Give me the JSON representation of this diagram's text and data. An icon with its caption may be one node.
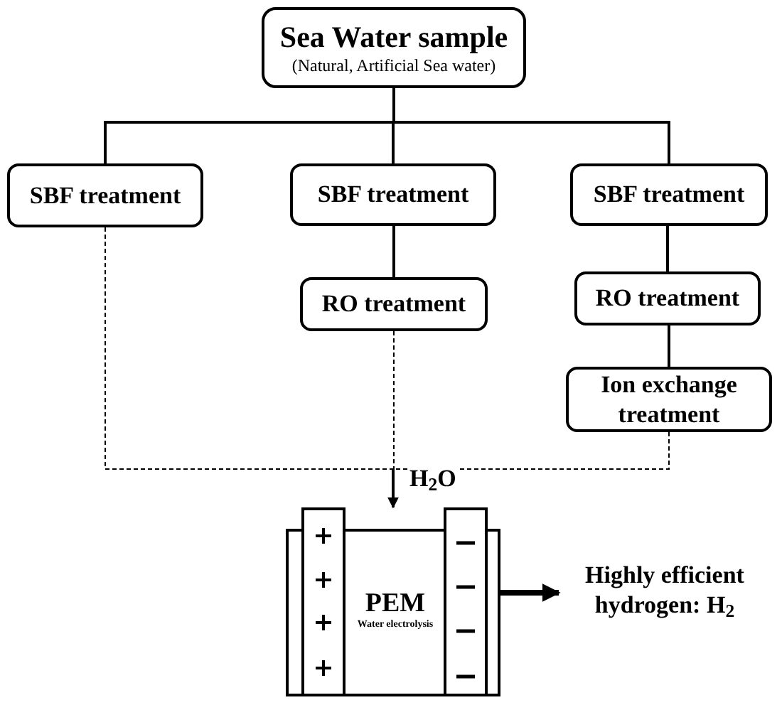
{
  "diagram": {
    "nodes": [
      {
        "text": [
          "Sea Water sample",
          "(Natural, Artificial Sea water)"
        ]
      },
      {
        "text": [
          "SBF treatment"
        ]
      },
      {
        "text": [
          "SBF treatment"
        ]
      },
      {
        "text": [
          "SBF treatment"
        ]
      },
      {
        "text": [
          "RO treatment"
        ]
      },
      {
        "text": [
          "RO treatment"
        ]
      },
      {
        "text": [
          "Ion exchange treatment"
        ]
      },
      {
        "text": [
          "PEM",
          "Water electrolysis"
        ]
      },
      {
        "text": [
          "Highly efficient hydrogen: H$_{2}$"
        ]
      }
    ],
    "edges": [
      {
        "from": 0,
        "to": 1,
        "arrow": "none"
      },
      {
        "from": 0,
        "to": 2,
        "arrow": "none"
      },
      {
        "from": 0,
        "to": 3,
        "arrow": "none"
      },
      {
        "from": 2,
        "to": 4,
        "arrow": "none"
      },
      {
        "from": 3,
        "to": 5,
        "arrow": "none"
      },
      {
        "from": 5,
        "to": 6,
        "arrow": "none"
      },
      {
        "from": 1,
        "to": 7,
        "arrow": "to",
        "style": "dashed"
      },
      {
        "from": 4,
        "to": 7,
        "arrow": "to",
        "style": "dashed",
        "label": "H$_{2}$O"
      },
      {
        "from": 6,
        "to": 7,
        "arrow": "to",
        "style": "dashed"
      },
      {
        "from": 7,
        "to": 8,
        "arrow": "to",
        "style": "thick"
      }
    ]
  }
}
